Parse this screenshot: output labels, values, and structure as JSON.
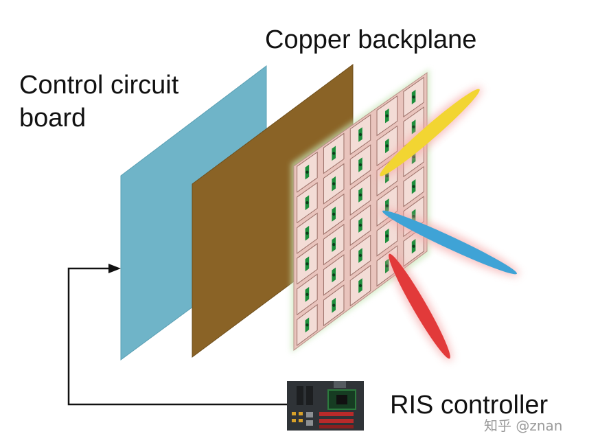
{
  "labels": {
    "copper_backplane": "Copper backplane",
    "control_circuit_board": "Control circuit board",
    "ris_controller": "RIS controller"
  },
  "watermark": "知乎 @znan",
  "colors": {
    "control_board": "#6fb4c8",
    "copper_backplane": "#8a6326",
    "metasurface": "#e9c4bd",
    "element_accent": "#1d8f3c",
    "beam_yellow": "#f2d532",
    "beam_blue": "#3fa3d6",
    "beam_red": "#e23a3a"
  },
  "metasurface": {
    "columns": 5,
    "rows": 6
  },
  "beams": [
    "beam-yellow",
    "beam-blue",
    "beam-red"
  ]
}
